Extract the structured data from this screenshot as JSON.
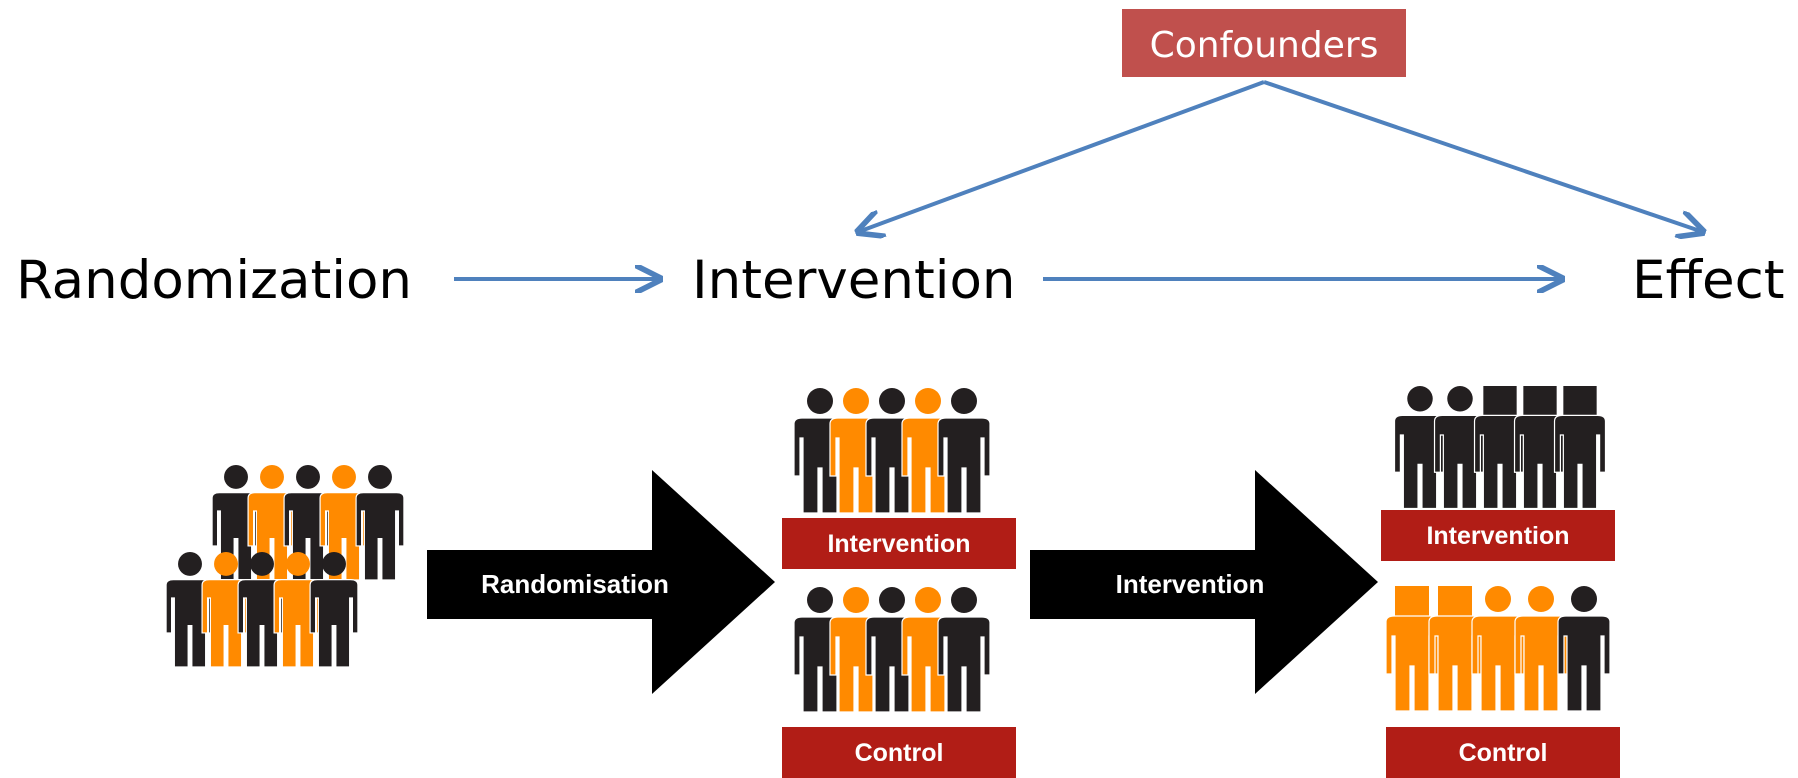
{
  "confounders": {
    "label": "Confounders",
    "color": "#c0504d"
  },
  "top_flow": {
    "randomization": "Randomization",
    "intervention": "Intervention",
    "effect": "Effect",
    "arrow_color": "#4f81bd"
  },
  "bottom_flow": {
    "arrow1_label": "Randomisation",
    "arrow2_label": "Intervention",
    "group_intervention": "Intervention",
    "group_control": "Control",
    "effect_intervention": "Intervention",
    "effect_control": "Control",
    "banner_color": "#b11d16",
    "orange": "#ff8a00",
    "black": "#231f20"
  }
}
